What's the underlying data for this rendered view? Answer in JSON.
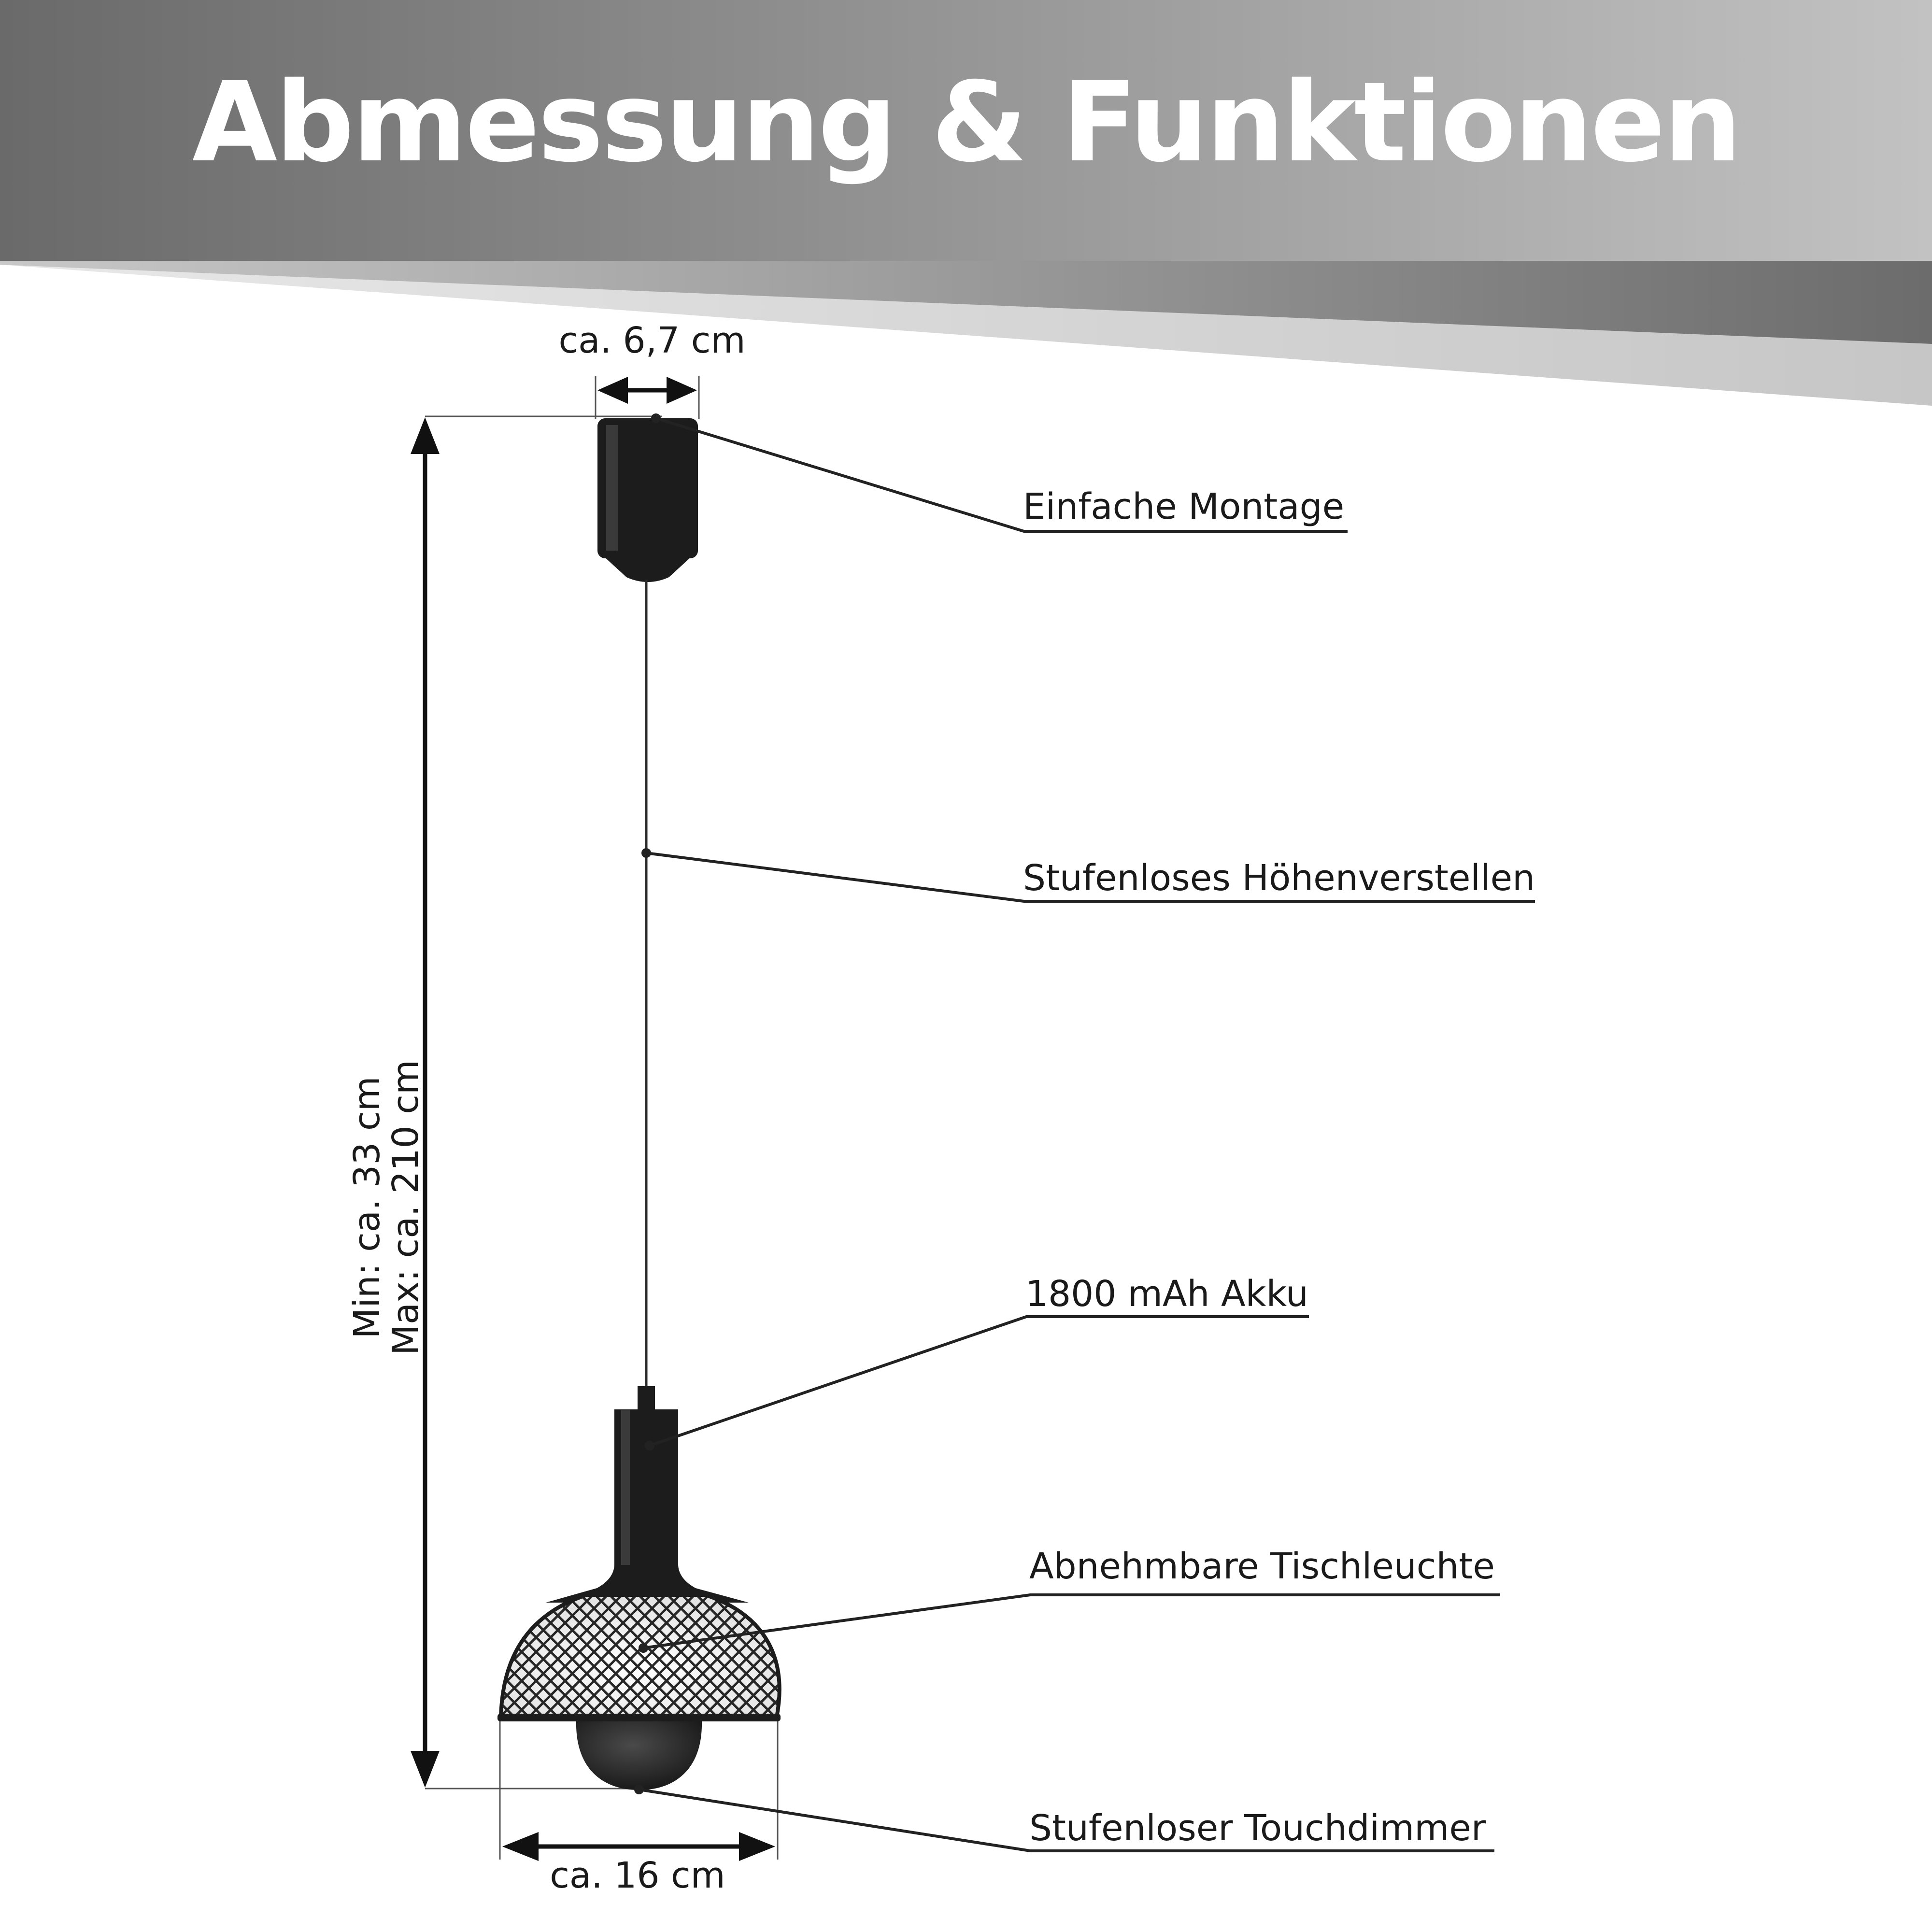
{
  "title": "Abmessung & Funktionen",
  "dimensions": {
    "mount_width": "ca. 6,7 cm",
    "shade_width": "ca. 16 cm",
    "height_min": "Min: ca. 33 cm",
    "height_max": "Max: ca. 210 cm"
  },
  "features": [
    "Einfache Montage",
    "Stufenloses Höhenverstellen",
    "1800 mAh Akku",
    "Abnehmbare Tischleuchte",
    "Stufenloser Touchdimmer"
  ],
  "colors": {
    "banner_dark": "#6e6e6e",
    "banner_light": "#c4c4c4",
    "lamp_black": "#1c1c1c",
    "text": "#1a1a1a"
  }
}
